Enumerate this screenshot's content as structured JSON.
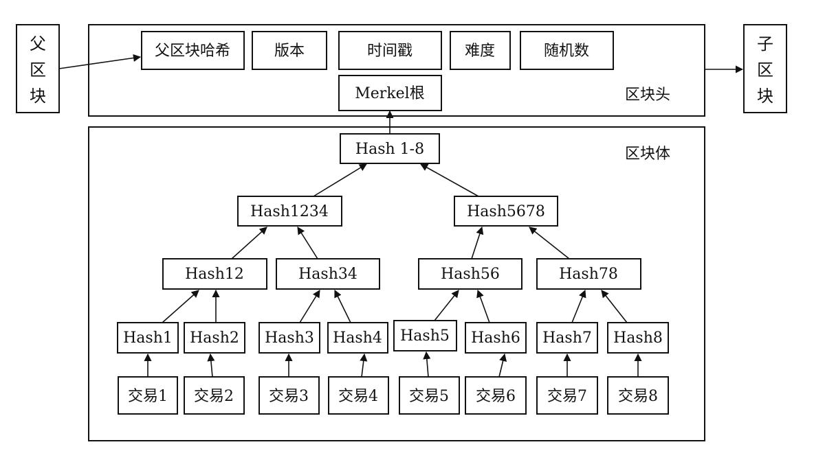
{
  "parent_block": {
    "label": [
      "父",
      "区",
      "块"
    ]
  },
  "child_block": {
    "label": [
      "子",
      "区",
      "块"
    ]
  },
  "header": {
    "title": "区块头",
    "fields": {
      "prev_hash": "父区块哈希",
      "version": "版本",
      "timestamp": "时间戳",
      "difficulty": "难度",
      "nonce": "随机数",
      "merkle_root": "Merkel根"
    }
  },
  "body": {
    "title": "区块体",
    "root": "Hash 1-8",
    "level2": [
      "Hash1234",
      "Hash5678"
    ],
    "level3": [
      "Hash12",
      "Hash34",
      "Hash56",
      "Hash78"
    ],
    "leaves": [
      "Hash1",
      "Hash2",
      "Hash3",
      "Hash4",
      "Hash5",
      "Hash6",
      "Hash7",
      "Hash8"
    ],
    "transactions": [
      "交易1",
      "交易2",
      "交易3",
      "交易4",
      "交易5",
      "交易6",
      "交易7",
      "交易8"
    ]
  }
}
